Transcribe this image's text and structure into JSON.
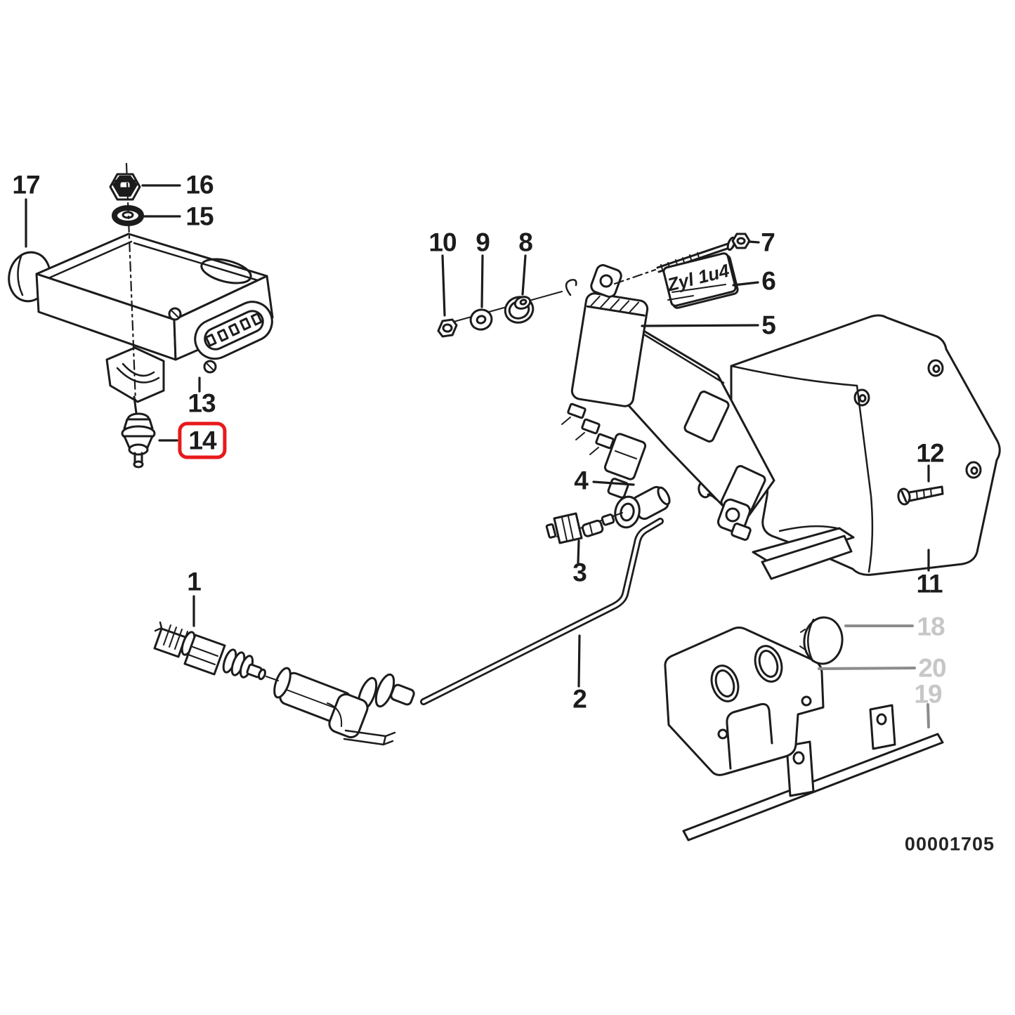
{
  "diagram": {
    "code": "00001705",
    "coil_tag": "Zyl 1u4",
    "highlighted_part": "14",
    "colors": {
      "ink": "#1c1c1c",
      "highlight": "#e8191c",
      "muted_label": "#c7c7c7",
      "muted_leader": "#8c8c8c",
      "background": "#ffffff"
    },
    "labels": {
      "p1": {
        "number": "1"
      },
      "p2": {
        "number": "2"
      },
      "p3": {
        "number": "3"
      },
      "p4": {
        "number": "4"
      },
      "p5": {
        "number": "5"
      },
      "p6": {
        "number": "6"
      },
      "p7": {
        "number": "7"
      },
      "p8": {
        "number": "8"
      },
      "p9": {
        "number": "9"
      },
      "p10": {
        "number": "10"
      },
      "p11": {
        "number": "11"
      },
      "p12": {
        "number": "12"
      },
      "p13": {
        "number": "13"
      },
      "p14": {
        "number": "14"
      },
      "p15": {
        "number": "15"
      },
      "p16": {
        "number": "16"
      },
      "p17": {
        "number": "17"
      },
      "p18": {
        "number": "18"
      },
      "p19": {
        "number": "19"
      },
      "p20": {
        "number": "20"
      }
    }
  }
}
